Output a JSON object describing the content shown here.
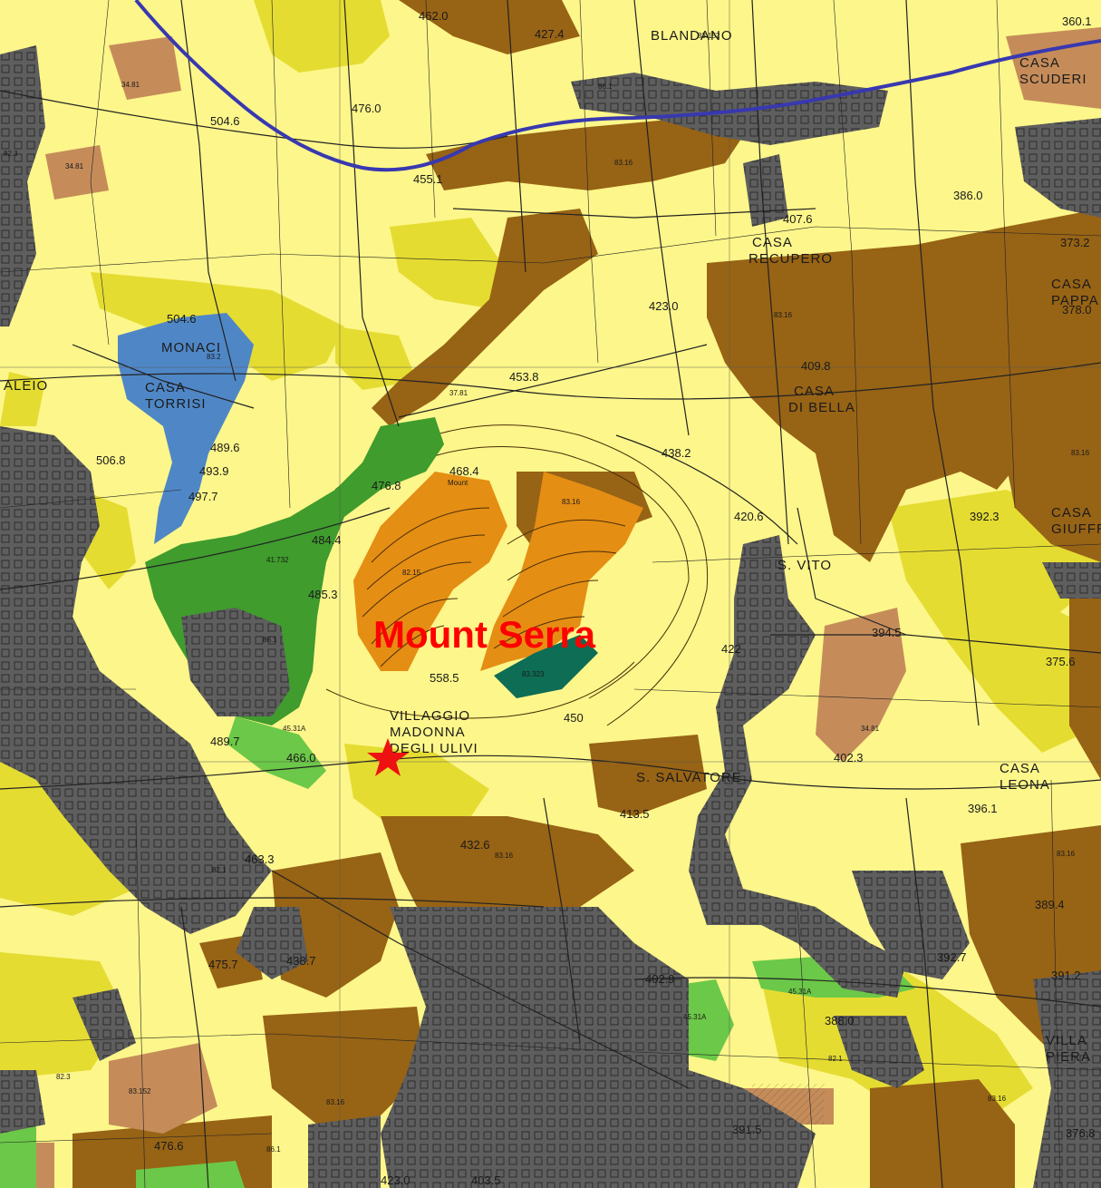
{
  "map": {
    "feature_label": "Mount Serra",
    "marker_icon": "red-star-icon",
    "colors": {
      "built": "#5e5e5e",
      "agricultural": "#fdf68a",
      "mixed_agri": "#e5dc32",
      "olive_groves": "#976315",
      "abandoned": "#c58c5a",
      "quarry": "#e58e14",
      "woodland": "#3f9c2d",
      "grassland": "#6cc848",
      "water_blue": "#4f87c6",
      "dark_green": "#0d6d55",
      "river": "#3838b0",
      "marker": "#ee1111"
    },
    "place_names": {
      "blandano": "BLANDANO",
      "scuderi_1": "CASA",
      "scuderi_2": "SCUDERI",
      "recupero_1": "CASA",
      "recupero_2": "RECUPERO",
      "pappa_1": "CASA",
      "pappa_2": "PAPPA",
      "bella_1": "CASA",
      "bella_2": "DI BELLA",
      "giuffre_1": "CASA",
      "giuffre_2": "GIUFFRE",
      "monaci": "MONACI",
      "torrisi_1": "CASA",
      "torrisi_2": "TORRISI",
      "aleio": "ALEIO",
      "san_vito": "S. VITO",
      "villaggio_1": "VILLAGGIO",
      "villaggio_2": "MADONNA",
      "villaggio_3": "DEGLI ULIVI",
      "salvatore": "S. SALVATORE",
      "leona_1": "CASA",
      "leona_2": "LEONA",
      "piera_1": "VILLA",
      "piera_2": "PIERA",
      "mount_small": "Mount"
    },
    "elevations": {
      "e1": "462.0",
      "e2": "427.4",
      "e3": "360.1",
      "e4": "504.6",
      "e5": "476.0",
      "e6": "455.1",
      "e7": "407.6",
      "e8": "386.0",
      "e9": "373.2",
      "e10": "423.0",
      "e11": "378.0",
      "e12": "504.6",
      "e13": "453.8",
      "e14": "409.8",
      "e15": "506.8",
      "e16": "489.6",
      "e17": "493.9",
      "e18": "497.7",
      "e19": "476.8",
      "e20": "468.4",
      "e21": "438.2",
      "e22": "484.4",
      "e23": "420.6",
      "e24": "392.3",
      "e25": "485.3",
      "e26": "394.5",
      "e27": "375.6",
      "e28": "558.5",
      "e29": "422",
      "e30": "450",
      "e31": "489.7",
      "e32": "466.0",
      "e33": "402.3",
      "e34": "413.5",
      "e35": "396.1",
      "e36": "432.6",
      "e37": "463.3",
      "e38": "389.4",
      "e39": "475.7",
      "e40": "438.7",
      "e41": "392.7",
      "e42": "391.2",
      "e43": "402.9",
      "e44": "388.0",
      "e45": "476.6",
      "e46": "423.0",
      "e47": "403.5",
      "e48": "391.5",
      "e49": "376.8"
    },
    "codes": {
      "c1": "34.81",
      "c2": "86.1",
      "c3": "83.152",
      "c4": "83.16",
      "c5": "82.3",
      "c6": "34.81",
      "c7": "83.2",
      "c8": "83.16",
      "c9": "37.81",
      "c10": "41.732",
      "c11": "83.16",
      "c12": "82.15",
      "c13": "83.16",
      "c14": "86.1",
      "c15": "83.323",
      "c16": "45.31A",
      "c17": "34.81",
      "c18": "83.16",
      "c19": "82.1",
      "c20": "83.16",
      "c21": "45.31A",
      "c22": "45.31A",
      "c23": "83.152",
      "c24": "83.16",
      "c25": "82.1",
      "c26": "83.16",
      "c27": "86.1",
      "c28": "82.3"
    }
  }
}
